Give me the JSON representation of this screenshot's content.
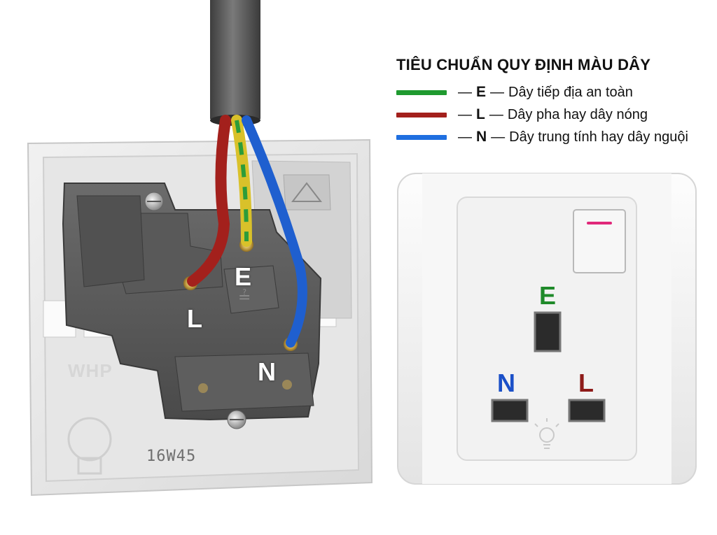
{
  "legend": {
    "title": "TIÊU CHUẨN QUY ĐỊNH MÀU DÂY",
    "items": [
      {
        "code": "E",
        "description": "Dây tiếp địa an toàn",
        "color": "#1f9a2f"
      },
      {
        "code": "L",
        "description": "Dây pha hay dây nóng",
        "color": "#a3201c"
      },
      {
        "code": "N",
        "description": "Dây trung tính hay dây nguội",
        "color": "#1f6fe0"
      }
    ],
    "dash": "—"
  },
  "back_panel": {
    "labels": {
      "earth": "E",
      "live": "L",
      "neutral": "N"
    },
    "brand": "WHP",
    "model": "16W45"
  },
  "front_socket": {
    "labels": {
      "earth": "E",
      "neutral": "N",
      "live": "L"
    },
    "label_colors": {
      "earth": "#1f8a2a",
      "neutral": "#1b50c8",
      "live": "#8e1b19"
    },
    "switch_indicator_color": "#e0287a"
  }
}
